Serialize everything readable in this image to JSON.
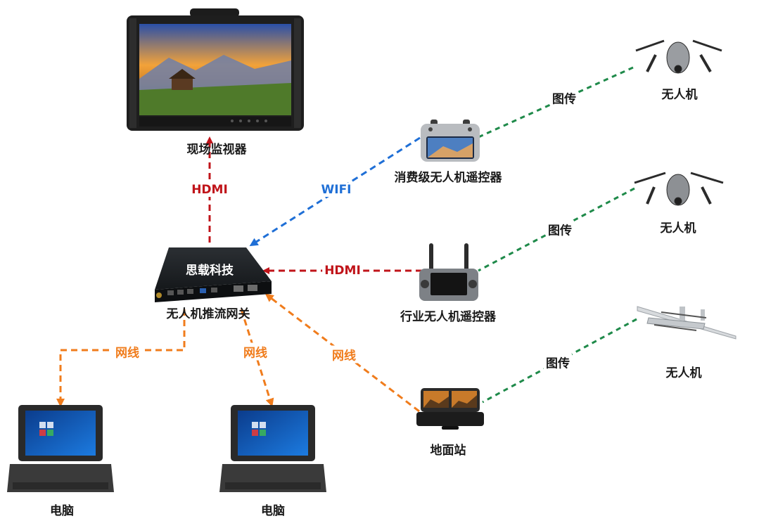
{
  "nodes": {
    "monitor": "现场监视器",
    "gateway": "无人机推流网关",
    "gateway_brand": "思载科技",
    "consumer_rc": "消费级无人机遥控器",
    "industry_rc": "行业无人机遥控器",
    "ground_station": "地面站",
    "drone_1": "无人机",
    "drone_2": "无人机",
    "drone_3": "无人机",
    "laptop_1": "电脑",
    "laptop_2": "电脑"
  },
  "edges": {
    "gateway_monitor": "HDMI",
    "consumer_rc_gateway": "WIFI",
    "industry_rc_gateway": "HDMI",
    "gateway_laptop_1": "网线",
    "gateway_laptop_2": "网线",
    "ground_station_gateway": "网线",
    "drone_1_consumer_rc": "图传",
    "drone_2_industry_rc": "图传",
    "drone_3_ground_station": "图传"
  },
  "colors": {
    "hdmi": "#c0141a",
    "wifi": "#1f6fd6",
    "ethernet": "#f07c1c",
    "video_link": "#1f8a4a"
  }
}
